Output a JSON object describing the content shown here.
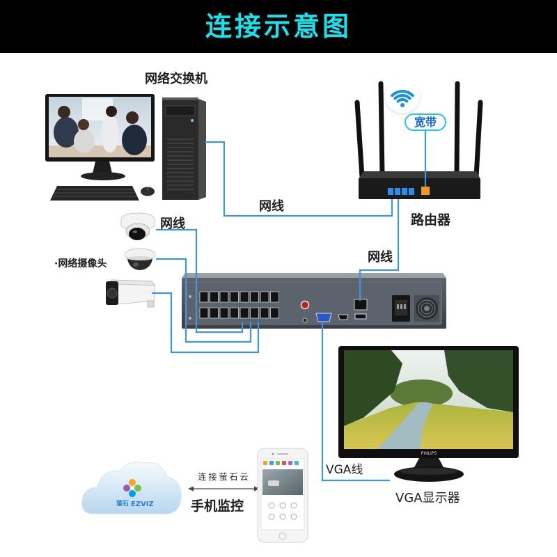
{
  "title": "连接示意图",
  "labels": {
    "switch": "网络交换机",
    "broadband": "宽带",
    "cable_router": "网线",
    "router": "路由器",
    "cable_cameras": "网线",
    "cameras": "·网络摄像头",
    "cable_nvr": "网线",
    "vga_cable": "VGA线",
    "vga_monitor": "VGA显示器",
    "connect_cloud": "连接萤石云",
    "mobile_monitoring": "手机监控"
  },
  "logos": {
    "ezviz_cn": "萤石",
    "ezviz_en": "EZVIZ",
    "monitor_brand": "PHILIPS"
  },
  "icons": [
    "wifi-icon",
    "ezviz-logo-icon",
    "double-arrow-icon"
  ],
  "colors": {
    "header_bg": "#000000",
    "title": "#18e3ec",
    "cable": "#3d95de",
    "broadband_border": "#1ec8e6",
    "broadband_text": "#1566d6"
  }
}
